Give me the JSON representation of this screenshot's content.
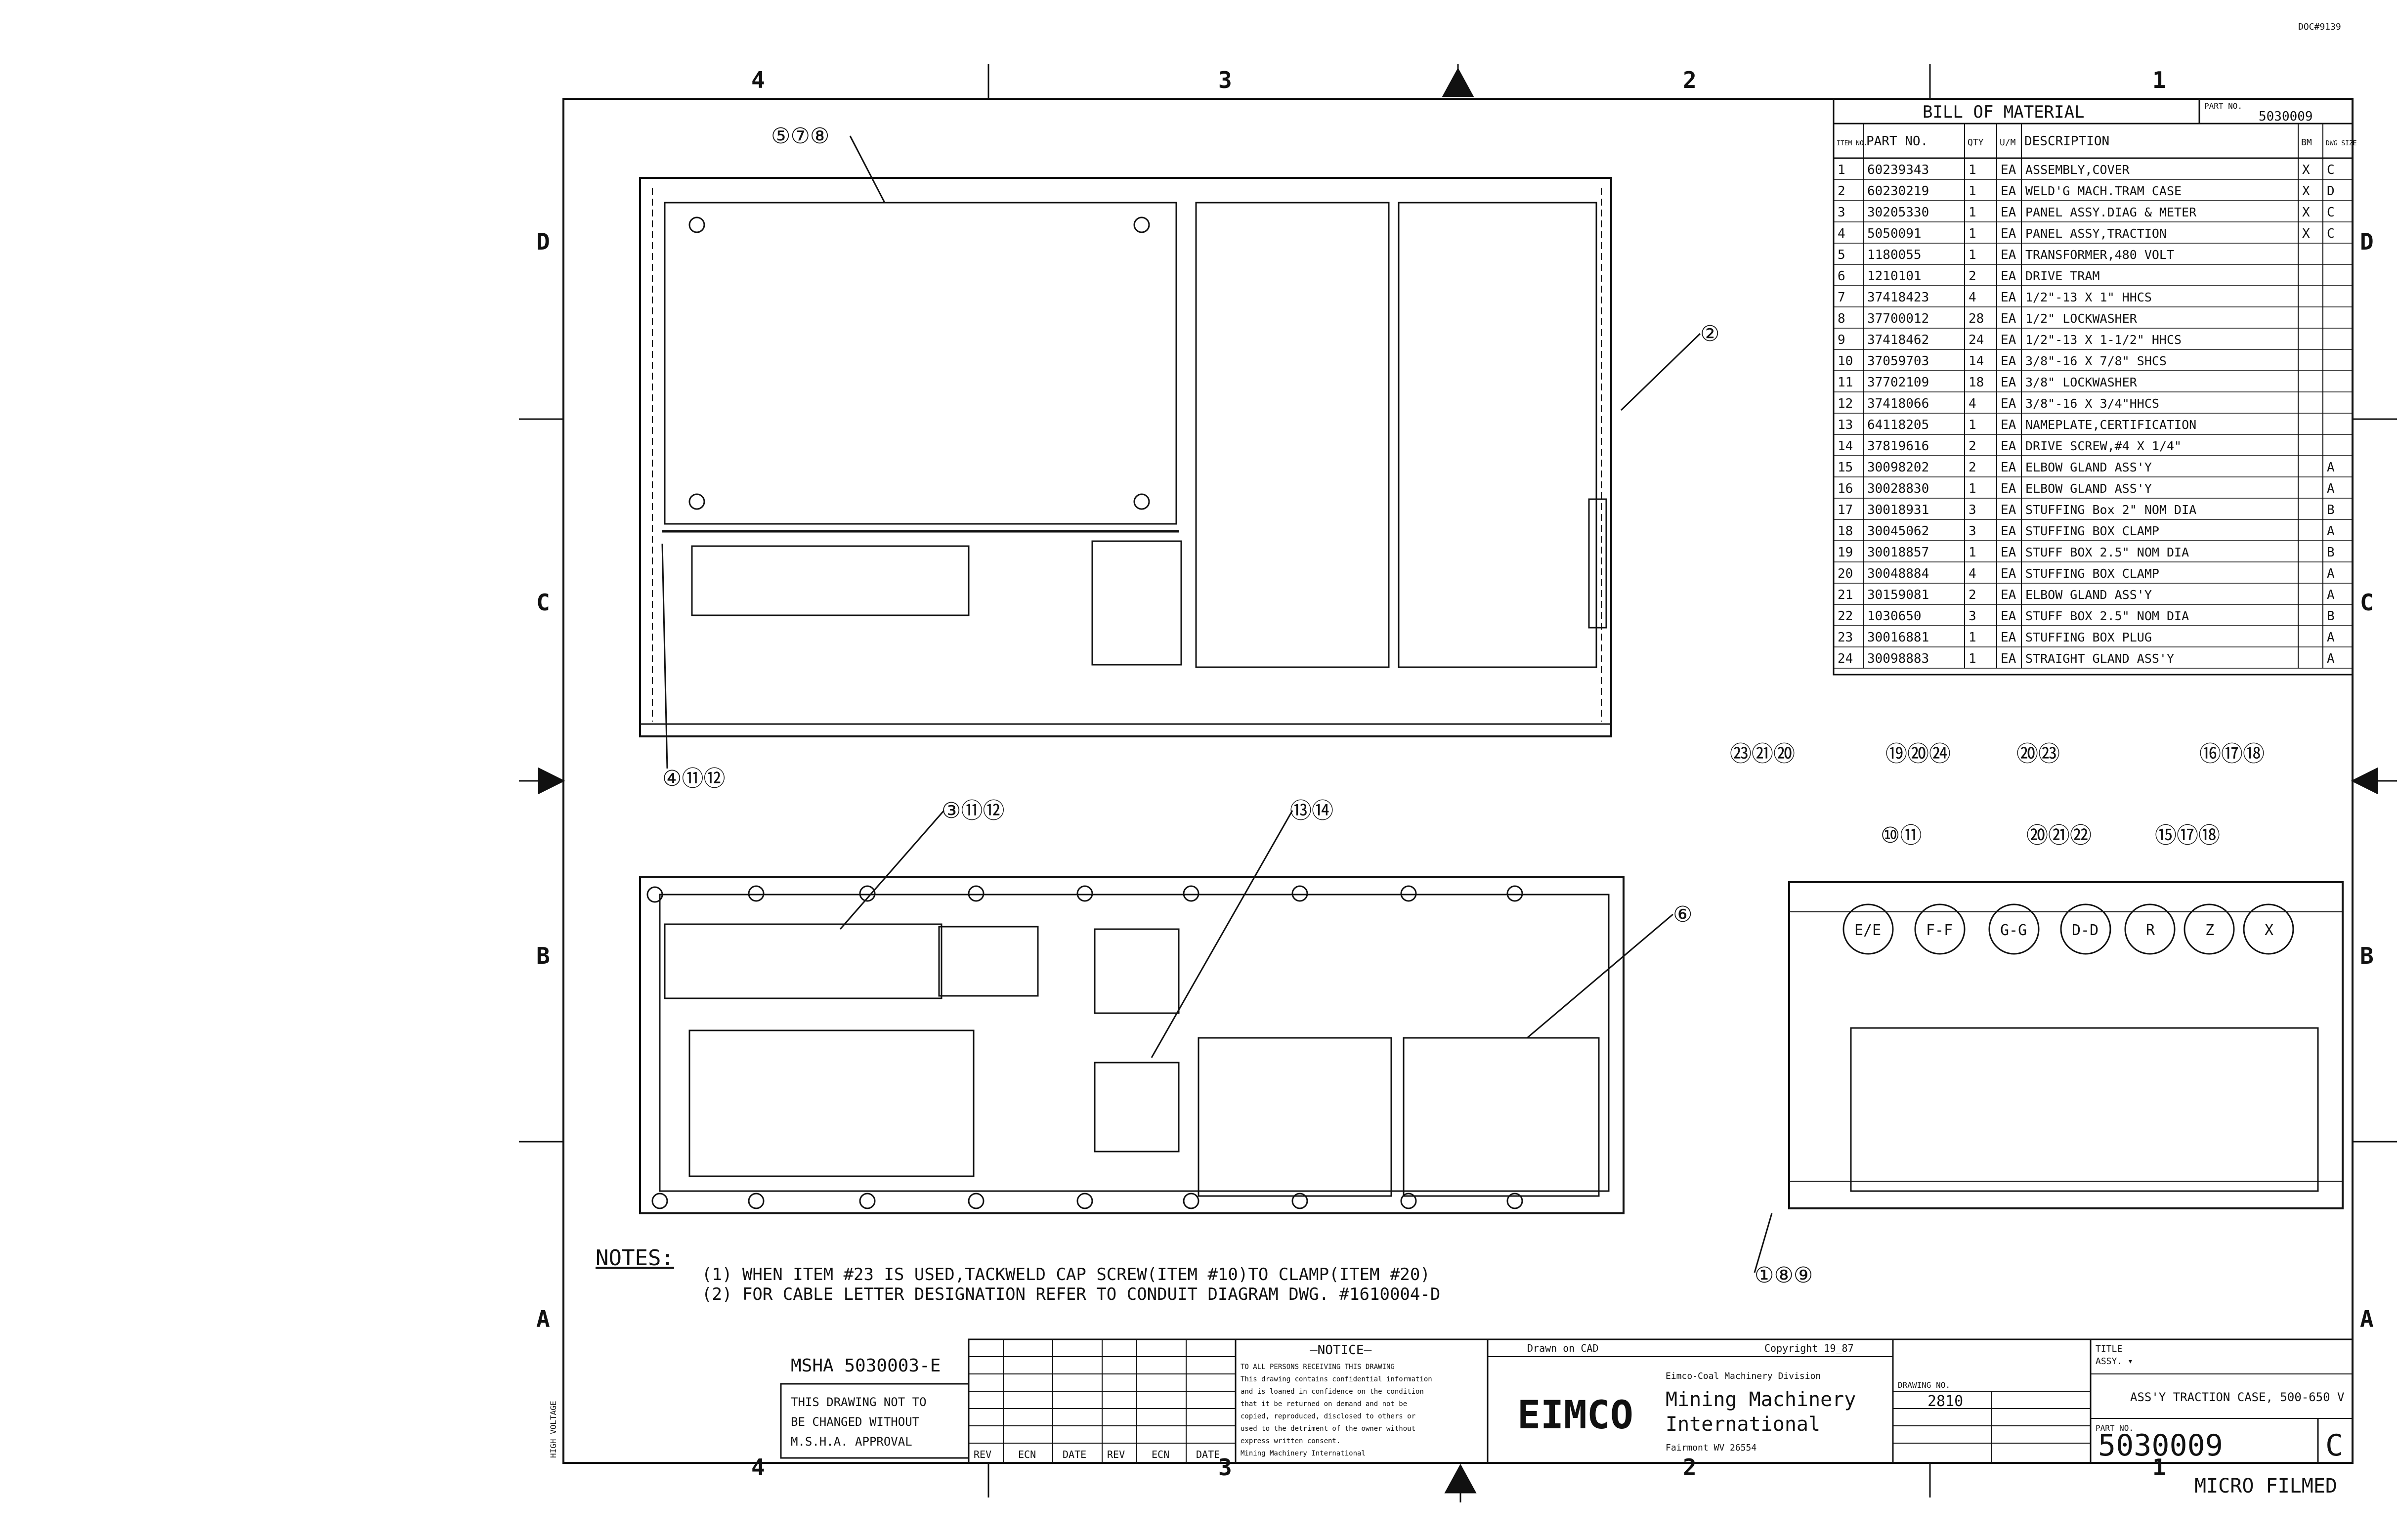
{
  "zones": {
    "columns": [
      "4",
      "3",
      "2",
      "1"
    ],
    "rows": [
      "D",
      "C",
      "B",
      "A"
    ]
  },
  "bom": {
    "title": "BILL OF MATERIAL",
    "part_no_label": "PART NO.",
    "part_no_value": "5030009",
    "headers": [
      "ITEM NO.",
      "PART NO.",
      "QTY",
      "U/M",
      "DESCRIPTION",
      "BM",
      "DWG SIZE"
    ],
    "rows": [
      [
        "1",
        "60239343",
        "1",
        "EA",
        "ASSEMBLY,COVER",
        "X",
        "C"
      ],
      [
        "2",
        "60230219",
        "1",
        "EA",
        "WELD'G MACH.TRAM CASE",
        "X",
        "D"
      ],
      [
        "3",
        "30205330",
        "1",
        "EA",
        "PANEL ASSY.DIAG & METER",
        "X",
        "C"
      ],
      [
        "4",
        "5050091",
        "1",
        "EA",
        "PANEL ASSY,TRACTION",
        "X",
        "C"
      ],
      [
        "5",
        "1180055",
        "1",
        "EA",
        "TRANSFORMER,480 VOLT",
        "",
        ""
      ],
      [
        "6",
        "1210101",
        "2",
        "EA",
        "DRIVE TRAM",
        "",
        ""
      ],
      [
        "7",
        "37418423",
        "4",
        "EA",
        "1/2\"-13 X 1\" HHCS",
        "",
        ""
      ],
      [
        "8",
        "37700012",
        "28",
        "EA",
        "1/2\" LOCKWASHER",
        "",
        ""
      ],
      [
        "9",
        "37418462",
        "24",
        "EA",
        "1/2\"-13 X 1-1/2\" HHCS",
        "",
        ""
      ],
      [
        "10",
        "37059703",
        "14",
        "EA",
        "3/8\"-16 X 7/8\" SHCS",
        "",
        ""
      ],
      [
        "11",
        "37702109",
        "18",
        "EA",
        "3/8\" LOCKWASHER",
        "",
        ""
      ],
      [
        "12",
        "37418066",
        "4",
        "EA",
        "3/8\"-16 X 3/4\"HHCS",
        "",
        ""
      ],
      [
        "13",
        "64118205",
        "1",
        "EA",
        "NAMEPLATE,CERTIFICATION",
        "",
        ""
      ],
      [
        "14",
        "37819616",
        "2",
        "EA",
        "DRIVE SCREW,#4 X 1/4\"",
        "",
        ""
      ],
      [
        "15",
        "30098202",
        "2",
        "EA",
        "ELBOW GLAND ASS'Y",
        "",
        "A"
      ],
      [
        "16",
        "30028830",
        "1",
        "EA",
        "ELBOW GLAND ASS'Y",
        "",
        "A"
      ],
      [
        "17",
        "30018931",
        "3",
        "EA",
        "STUFFING Box 2\" NOM DIA",
        "",
        "B"
      ],
      [
        "18",
        "30045062",
        "3",
        "EA",
        "STUFFING BOX CLAMP",
        "",
        "A"
      ],
      [
        "19",
        "30018857",
        "1",
        "EA",
        "STUFF BOX 2.5\" NOM DIA",
        "",
        "B"
      ],
      [
        "20",
        "30048884",
        "4",
        "EA",
        "STUFFING BOX CLAMP",
        "",
        "A"
      ],
      [
        "21",
        "30159081",
        "2",
        "EA",
        "ELBOW GLAND ASS'Y",
        "",
        "A"
      ],
      [
        "22",
        "1030650",
        "3",
        "EA",
        "STUFF BOX 2.5\" NOM DIA",
        "",
        "B"
      ],
      [
        "23",
        "30016881",
        "1",
        "EA",
        "STUFFING BOX PLUG",
        "",
        "A"
      ],
      [
        "24",
        "30098883",
        "1",
        "EA",
        "STRAIGHT GLAND ASS'Y",
        "",
        "A"
      ]
    ]
  },
  "callouts": {
    "c1": "⑤⑦⑧",
    "c2": "②",
    "c3": "④⑪⑫",
    "c4": "③⑪⑫",
    "c5": "⑬⑭",
    "c6": "⑥",
    "c7": "㉓㉑⑳",
    "c8": "⑲⑳㉔",
    "c9": "⑳㉓",
    "c10": "⑯⑰⑱",
    "c11": "⑩⑪",
    "c12": "⑳㉑㉒",
    "c13": "⑮⑰⑱",
    "c14": "①⑧⑨"
  },
  "conduits": [
    "E/E",
    "F-F",
    "G-G",
    "D-D",
    "R",
    "Z",
    "X"
  ],
  "notes": {
    "heading": "NOTES:",
    "items": [
      "(1) WHEN ITEM #23 IS USED,TACKWELD CAP SCREW(ITEM #10)TO CLAMP(ITEM #20)",
      "(2) FOR CABLE LETTER DESIGNATION REFER TO CONDUIT DIAGRAM DWG. #1610004-D"
    ]
  },
  "title_block": {
    "msha_number": "MSHA 5030003-E",
    "msha_note": [
      "THIS DRAWING NOT TO",
      "BE CHANGED WITHOUT",
      "M.S.H.A. APPROVAL"
    ],
    "rev_headers": [
      "REV",
      "ECN",
      "DATE",
      "REV",
      "ECN",
      "DATE"
    ],
    "notice_title": "—NOTICE—",
    "notice_lines": [
      "TO ALL PERSONS RECEIVING THIS DRAWING",
      "This drawing contains confidential information",
      "and is loaned in confidence on the condition",
      "that it be returned on demand and not be",
      "copied, reproduced, disclosed to others or",
      "used to the detriment of the owner without",
      "express written consent.",
      "Mining Machinery International"
    ],
    "drawn_on": "Drawn on CAD",
    "copyright": "Copyright 19_87",
    "company_logo": "EIMCO",
    "division": "Eimco-Coal Machinery Division",
    "company_name": [
      "Mining Machinery",
      "International"
    ],
    "location": "Fairmont WV 26554",
    "dwg_title": "ASS'Y TRACTION CASE, 500-650 V",
    "part_no_label": "PART NO.",
    "dwg_number": "5030009",
    "rev": "C",
    "sheet_fields": [
      "TITLE",
      "ASSY. ▾"
    ],
    "spec_label": "DRAWING NO.",
    "spec_value": "2810"
  },
  "stamps": {
    "micro_filmed": "MICRO FILMED",
    "corner_code": "DOC#9139",
    "side_label": "HIGH VOLTAGE"
  }
}
